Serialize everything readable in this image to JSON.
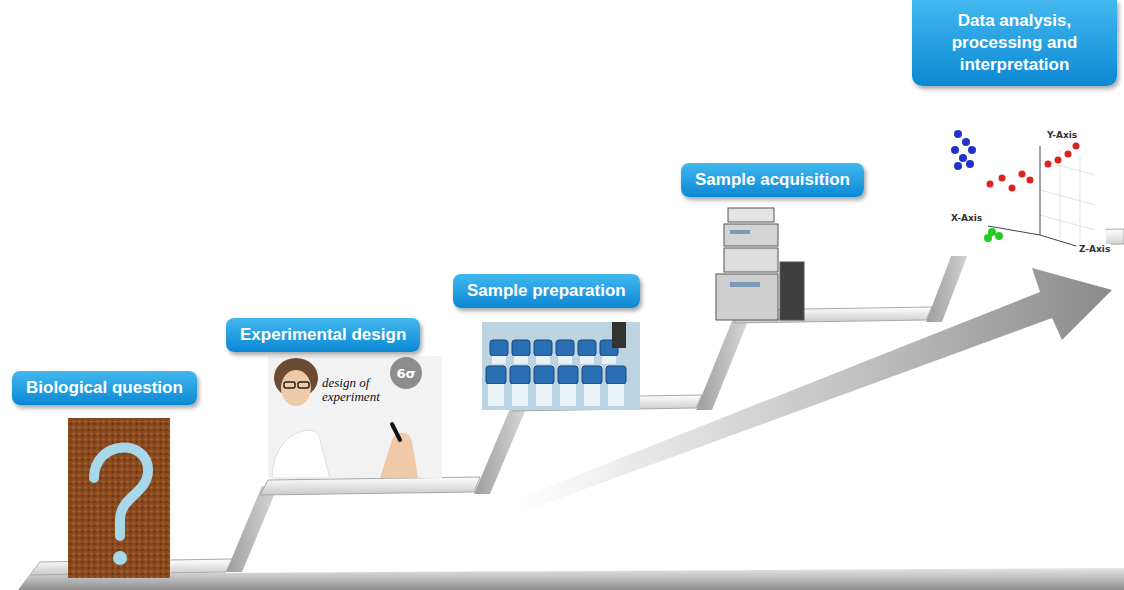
{
  "diagram": {
    "nodes": [
      {
        "text": [
          "Biological question"
        ]
      },
      {
        "text": [
          "Experimental design"
        ]
      },
      {
        "text": [
          "Sample preparation"
        ]
      },
      {
        "text": [
          "Sample acquisition"
        ]
      },
      {
        "text": [
          "Data analysis, processing and interpretation"
        ]
      }
    ],
    "labels": [
      "design of experiment",
      "6σ",
      "Y-Axis",
      "X-Axis",
      "Z-Axis"
    ]
  }
}
